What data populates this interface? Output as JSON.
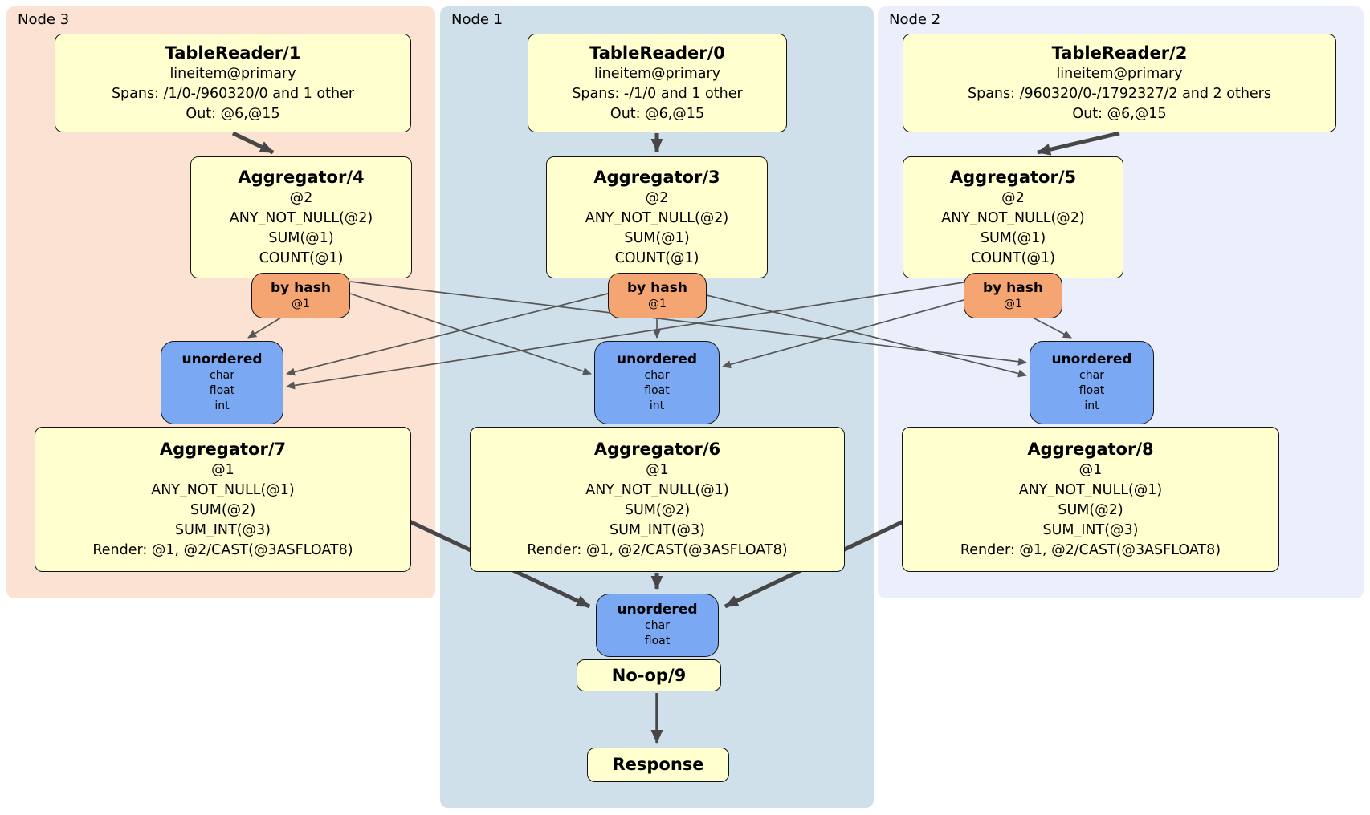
{
  "colors": {
    "c-node3": "#fbe2d3",
    "c-node1": "#d0e0ea",
    "c-node2": "#eaeffb",
    "c-box": "#ffffcf",
    "c-router": "#f5a571",
    "c-sync": "#7aa8f2",
    "c-edge-thin": "#575757",
    "c-edge-thick": "#474747"
  },
  "panels": [
    {
      "label": "Node 3"
    },
    {
      "label": "Node 1"
    },
    {
      "label": "Node 2"
    }
  ],
  "processors": {
    "tr1": {
      "title": "TableReader/1",
      "lines": [
        "lineitem@primary",
        "Spans: /1/0-/960320/0 and 1 other",
        "Out: @6,@15"
      ]
    },
    "tr0": {
      "title": "TableReader/0",
      "lines": [
        "lineitem@primary",
        "Spans: -/1/0 and 1 other",
        "Out: @6,@15"
      ]
    },
    "tr2": {
      "title": "TableReader/2",
      "lines": [
        "lineitem@primary",
        "Spans: /960320/0-/1792327/2 and 2 others",
        "Out: @6,@15"
      ]
    },
    "agg4": {
      "title": "Aggregator/4",
      "lines": [
        "@2",
        "ANY_NOT_NULL(@2)",
        "SUM(@1)",
        "COUNT(@1)"
      ]
    },
    "agg3": {
      "title": "Aggregator/3",
      "lines": [
        "@2",
        "ANY_NOT_NULL(@2)",
        "SUM(@1)",
        "COUNT(@1)"
      ]
    },
    "agg5": {
      "title": "Aggregator/5",
      "lines": [
        "@2",
        "ANY_NOT_NULL(@2)",
        "SUM(@1)",
        "COUNT(@1)"
      ]
    },
    "agg7": {
      "title": "Aggregator/7",
      "lines": [
        "@1",
        "ANY_NOT_NULL(@1)",
        "SUM(@2)",
        "SUM_INT(@3)",
        "Render: @1, @2/CAST(@3ASFLOAT8)"
      ]
    },
    "agg6": {
      "title": "Aggregator/6",
      "lines": [
        "@1",
        "ANY_NOT_NULL(@1)",
        "SUM(@2)",
        "SUM_INT(@3)",
        "Render: @1, @2/CAST(@3ASFLOAT8)"
      ]
    },
    "agg8": {
      "title": "Aggregator/8",
      "lines": [
        "@1",
        "ANY_NOT_NULL(@1)",
        "SUM(@2)",
        "SUM_INT(@3)",
        "Render: @1, @2/CAST(@3ASFLOAT8)"
      ]
    },
    "noop": {
      "title": "No-op/9"
    },
    "response": {
      "title": "Response"
    }
  },
  "routers": {
    "r4": {
      "title": "by hash",
      "lines": [
        "@1"
      ]
    },
    "r3": {
      "title": "by hash",
      "lines": [
        "@1"
      ]
    },
    "r5": {
      "title": "by hash",
      "lines": [
        "@1"
      ]
    }
  },
  "syncs": {
    "s7": {
      "title": "unordered",
      "lines": [
        "char",
        "float",
        "int"
      ]
    },
    "s6": {
      "title": "unordered",
      "lines": [
        "char",
        "float",
        "int"
      ]
    },
    "s8": {
      "title": "unordered",
      "lines": [
        "char",
        "float",
        "int"
      ]
    },
    "sfinal": {
      "title": "unordered",
      "lines": [
        "char",
        "float"
      ]
    }
  }
}
